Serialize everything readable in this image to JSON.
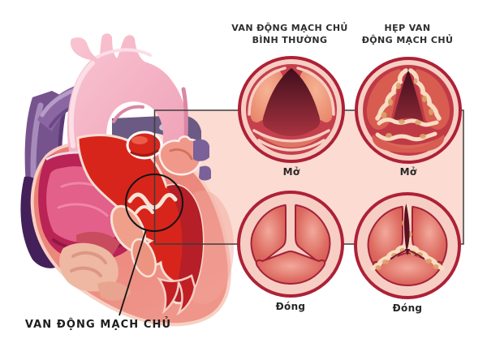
{
  "figure": {
    "heart_callout_label": "VAN ĐỘNG MẠCH CHỦ",
    "columns": [
      {
        "id": "normal",
        "header_line1": "VAN ĐỘNG MẠCH CHỦ",
        "header_line2": "BÌNH THƯỜNG",
        "states": [
          {
            "label": "Mở"
          },
          {
            "label": "Đóng"
          }
        ]
      },
      {
        "id": "stenosis",
        "header_line1": "HẸP VAN",
        "header_line2": "ĐỘNG MẠCH CHỦ",
        "states": [
          {
            "label": "Mở"
          },
          {
            "label": "Đóng"
          }
        ]
      }
    ],
    "colors": {
      "background": "#ffffff",
      "panel_fill": "#fbdbd2",
      "panel_border": "#3d3d3d",
      "valve_ring_fill": "#f7cec4",
      "valve_ring_stroke": "#ad2137",
      "valve_annulus": "#c5404c",
      "leaflet": "#d8605a",
      "leaflet_highlight": "#f0a396",
      "lumen_dark": "#400e1c",
      "calcification": "#dba268",
      "aorta_pink": "#f4b3c3",
      "pulmonary_purple": "#77538e",
      "heart_red": "#d8251b",
      "annotation": "#141414"
    }
  }
}
